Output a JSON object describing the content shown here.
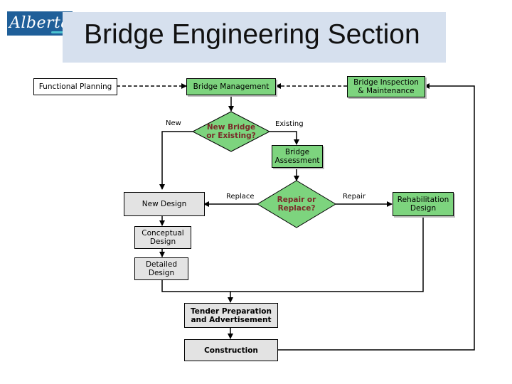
{
  "header": {
    "logo_text": "Alberta",
    "title": "Bridge Engineering Section"
  },
  "nodes": {
    "functional_planning": "Functional Planning",
    "bridge_management": "Bridge Management",
    "bridge_inspection": "Bridge Inspection & Maintenance",
    "new_or_existing": "New Bridge or Existing?",
    "bridge_assessment": "Bridge Assessment",
    "repair_or_replace": "Repair or Replace?",
    "new_design": "New Design",
    "rehabilitation_design": "Rehabilitation Design",
    "conceptual_design": "Conceptual Design",
    "detailed_design": "Detailed Design",
    "tender_preparation": "Tender Preparation and Advertisement",
    "construction": "Construction"
  },
  "edge_labels": {
    "new": "New",
    "existing": "Existing",
    "replace": "Replace",
    "repair": "Repair"
  },
  "colors": {
    "header_bg": "#d6e0ee",
    "logo_bg": "#1f5f99",
    "node_green": "#7dd47e",
    "node_grey": "#e3e3e3"
  }
}
